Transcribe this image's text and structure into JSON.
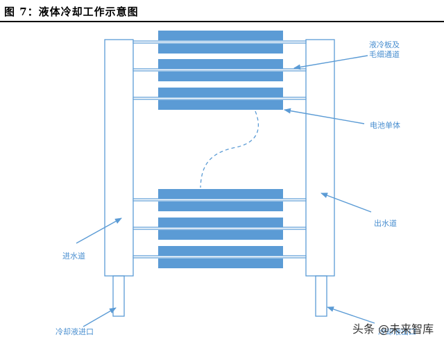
{
  "title": "图 7：液体冷却工作示意图",
  "colors": {
    "accent": "#5b9bd5",
    "line": "#5b9bd5",
    "label": "#4a8fd0",
    "cell": "#5b9bd5"
  },
  "labels": {
    "plate_line1": "液冷板及",
    "plate_line2": "毛细通道",
    "cell": "电池单体",
    "outlet_channel": "出水道",
    "inlet_channel": "进水道",
    "coolant_inlet": "冷却液进口",
    "coolant_outlet": "冷却液出口"
  },
  "watermark": "头条 @未来智库"
}
